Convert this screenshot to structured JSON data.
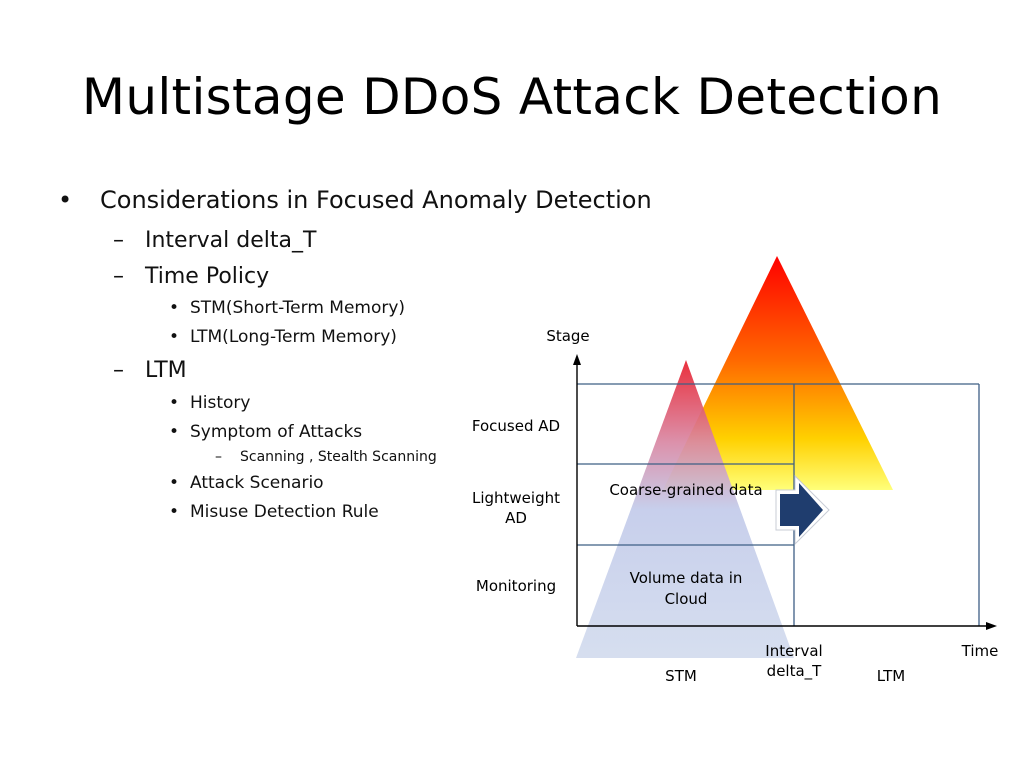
{
  "slide": {
    "title": "Multistage DDoS Attack Detection",
    "outline": {
      "heading": "Considerations in Focused Anomaly Detection",
      "interval": "Interval delta_T",
      "time_policy": "Time Policy",
      "stm": "STM(Short-Term Memory)",
      "ltm_item": "LTM(Long-Term Memory)",
      "ltm": "LTM",
      "history": "History",
      "symptom": "Symptom of Attacks",
      "scanning": "Scanning , Stealth Scanning",
      "scenario": "Attack Scenario",
      "misuse": "Misuse Detection Rule"
    },
    "markers": {
      "bullet": "•",
      "dash": "–"
    }
  },
  "diagram": {
    "axis_y_label": "Stage",
    "axis_x_label": "Time",
    "stages": {
      "focused": "Focused AD",
      "lightweight_1": "Lightweight",
      "lightweight_2": "AD",
      "monitoring": "Monitoring"
    },
    "coarse_label": "Coarse-grained data",
    "volume_1": "Volume data in",
    "volume_2": "Cloud",
    "interval_1": "Interval",
    "interval_2": "delta_T",
    "stm_label": "STM",
    "ltm_label": "LTM",
    "colors": {
      "grid": "#3e5f85",
      "arrow": "#1f3d6e",
      "hot_top": "#ff0000",
      "hot_bottom": "#ffff66",
      "cool_top": "#e8323a",
      "cool_bottom": "#c8d3ea"
    }
  }
}
